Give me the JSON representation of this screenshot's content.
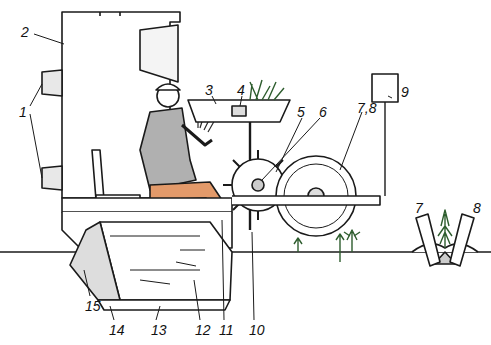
{
  "diagram": {
    "labels": [
      "2",
      "1",
      "3",
      "4",
      "5",
      "6",
      "7,8",
      "9",
      "15",
      "14",
      "13",
      "12",
      "11",
      "10",
      "7",
      "8"
    ]
  }
}
